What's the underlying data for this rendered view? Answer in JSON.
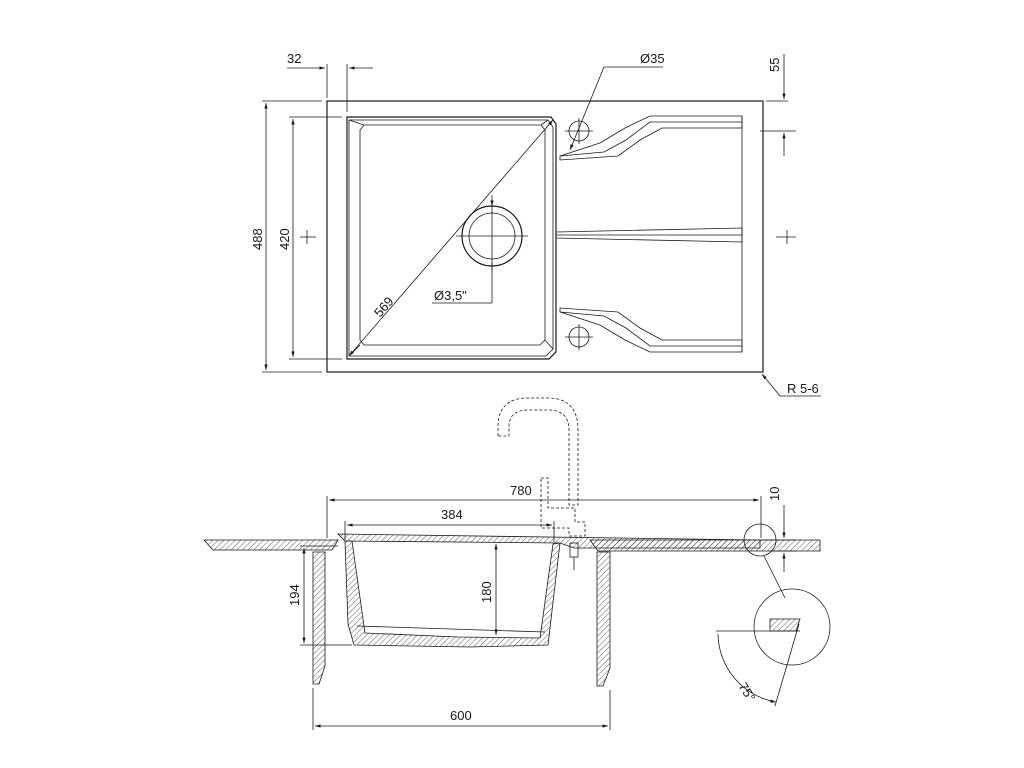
{
  "dimensions": {
    "top_offset": "32",
    "drain_hole": "Ø35",
    "edge_depth": "55",
    "overall_depth": "488",
    "bowl_depth": "420",
    "diagonal": "569",
    "outlet": "Ø3,5\"",
    "corner_radius": "R 5-6",
    "overall_width": "780",
    "bowl_width": "384",
    "rim_thickness": "10",
    "bowl_height_inner": "180",
    "bowl_height_outer": "194",
    "cabinet_width": "600",
    "angle": "75°"
  }
}
